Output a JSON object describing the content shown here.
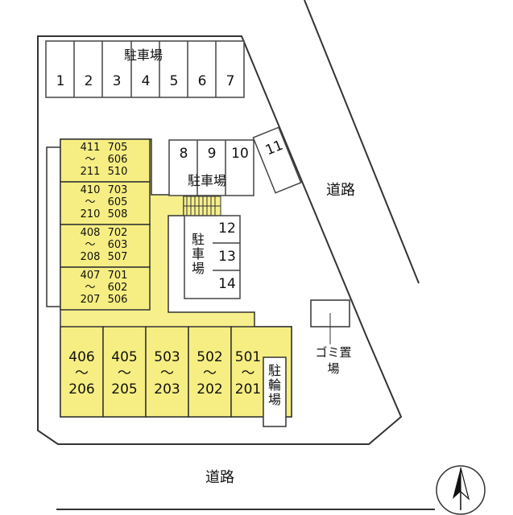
{
  "parking_top": {
    "label": "駐車場",
    "slots": [
      "1",
      "2",
      "3",
      "4",
      "5",
      "6",
      "7"
    ]
  },
  "parking_mid": {
    "label": "駐車場",
    "slots": [
      "8",
      "9",
      "10",
      "11"
    ]
  },
  "parking_side": {
    "label": "駐車場",
    "slots": [
      "12",
      "13",
      "14"
    ]
  },
  "units_left": [
    {
      "left": "411",
      "right": "705",
      "right2": "606",
      "left2": "211",
      "right3": "510"
    },
    {
      "left": "410",
      "right": "703",
      "right2": "605",
      "left2": "210",
      "right3": "508"
    },
    {
      "left": "408",
      "right": "702",
      "right2": "603",
      "left2": "208",
      "right3": "507"
    },
    {
      "left": "407",
      "right": "701",
      "right2": "602",
      "left2": "207",
      "right3": "506"
    }
  ],
  "range_mark": "～",
  "units_bottom": [
    {
      "top": "406",
      "bottom": "206"
    },
    {
      "top": "405",
      "bottom": "205"
    },
    {
      "top": "503",
      "bottom": "203"
    },
    {
      "top": "502",
      "bottom": "202"
    },
    {
      "top": "501",
      "bottom": "201"
    }
  ],
  "bicycle_parking": "駐輪場",
  "garbage_area": "ゴミ置場",
  "road_right": "道路",
  "road_bottom": "道路",
  "north_icon": "north-arrow-icon"
}
